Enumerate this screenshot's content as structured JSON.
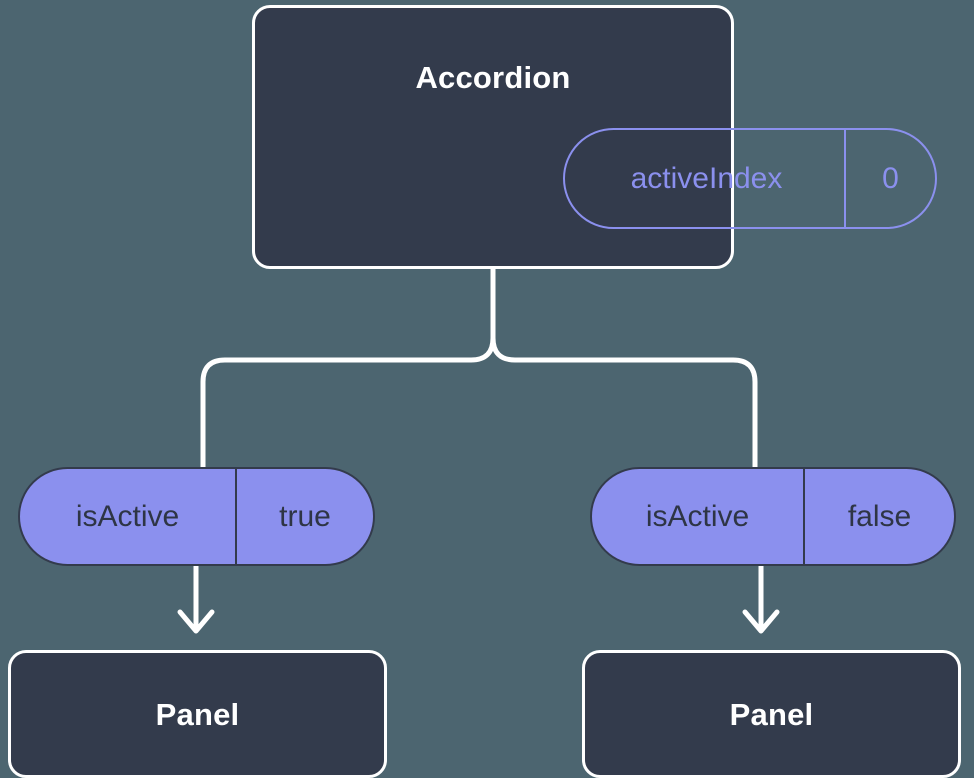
{
  "canvas": {
    "background_color": "#4c6570",
    "title": "Accordion component state flow diagram"
  },
  "theme": {
    "node_fill": "#333b4c",
    "node_border": "#ffffff",
    "node_text": "#ffffff",
    "accent_purple": "#8b90ee",
    "pill_text_dark": "#2e3545",
    "edge_color": "#ffffff"
  },
  "root": {
    "label": "Accordion",
    "state_pill": {
      "key": "activeIndex",
      "value": "0"
    }
  },
  "branches": [
    {
      "prop_pill": {
        "key": "isActive",
        "value": "true"
      },
      "child": {
        "label": "Panel"
      }
    },
    {
      "prop_pill": {
        "key": "isActive",
        "value": "false"
      },
      "child": {
        "label": "Panel"
      }
    }
  ]
}
